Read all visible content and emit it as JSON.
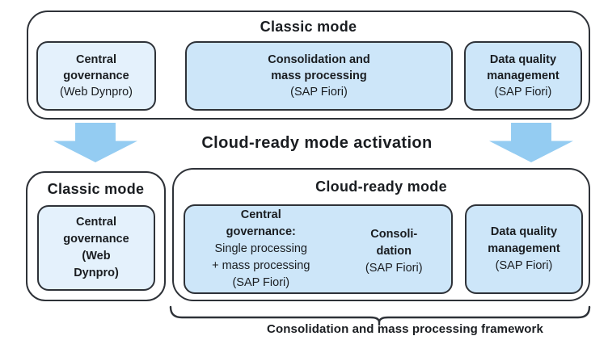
{
  "colors": {
    "box_fill_light": "#e4f1fc",
    "box_fill_medium": "#cde6f9",
    "arrow_blue": "#94ccf2",
    "border_dark": "#2e3238",
    "text_dark": "#1a1d21"
  },
  "top_section": {
    "title": "Classic mode",
    "central_governance": {
      "title": "Central\ngovernance",
      "subtitle": "(Web Dynpro)"
    },
    "consolidation": {
      "title": "Consolidation and\nmass processing",
      "subtitle": "(SAP Fiori)"
    },
    "data_quality": {
      "title": "Data quality\nmanagement",
      "subtitle": "(SAP Fiori)"
    }
  },
  "transition": {
    "label": "Cloud-ready mode activation"
  },
  "bottom_left_section": {
    "title": "Classic mode",
    "central_governance": {
      "title": "Central\ngovernance\n(Web\nDynpro)"
    }
  },
  "bottom_right_section": {
    "title": "Cloud-ready mode",
    "central_governance": {
      "title": "Central\ngovernance:",
      "subtitle": "Single processing\n+ mass processing\n(SAP Fiori)"
    },
    "consolidation": {
      "title": "Consoli-\ndation",
      "subtitle": "(SAP Fiori)"
    },
    "data_quality": {
      "title": "Data quality\nmanagement",
      "subtitle": "(SAP Fiori)"
    }
  },
  "bracket": {
    "label": "Consolidation and mass processing framework"
  }
}
